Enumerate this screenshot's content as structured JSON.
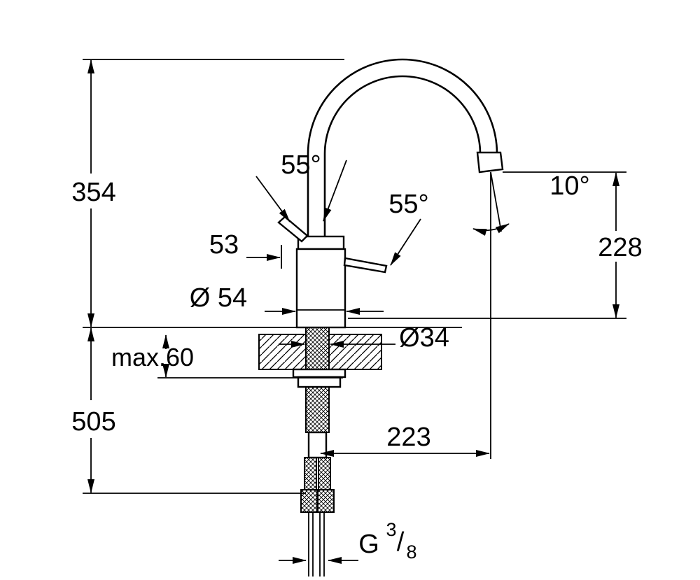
{
  "drawing": {
    "labels": {
      "spout_height_total": "354",
      "depth_below_deck": "505",
      "lever_length": "53",
      "body_diameter": "Ø 54",
      "max_deck_thickness": "max.60",
      "hole_diameter": "Ø34",
      "lever_swing_front": "55°",
      "lever_swing_side": "55°",
      "spout_tilt": "10°",
      "spout_outlet_height": "228",
      "spout_reach": "223"
    },
    "thread_label": {
      "prefix": "G",
      "numerator": "3",
      "slash": "/",
      "denominator": "8"
    },
    "colors": {
      "line": "#000000",
      "background": "#ffffff"
    }
  }
}
